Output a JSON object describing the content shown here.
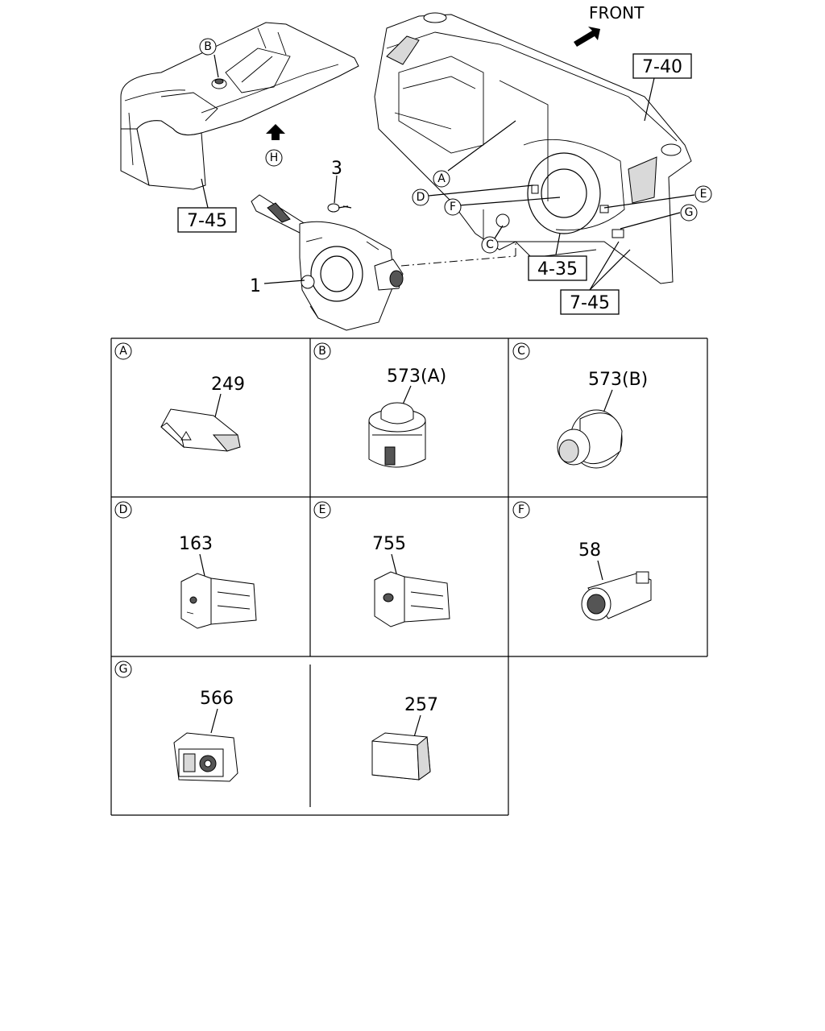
{
  "overview": {
    "front_label": "FRONT",
    "callouts": {
      "A": "A",
      "B": "B",
      "C": "C",
      "D": "D",
      "E": "E",
      "F": "F",
      "G": "G",
      "H": "H"
    },
    "part_numbers": {
      "screw": "3",
      "combination_switch": "1"
    },
    "ref_boxes": {
      "dash_panel": "7-40",
      "console": "7-45",
      "steering": "4-35",
      "lower_panel": "7-45"
    }
  },
  "grid": {
    "cells": [
      {
        "letter": "A",
        "part": "249"
      },
      {
        "letter": "B",
        "part": "573(A)"
      },
      {
        "letter": "C",
        "part": "573(B)"
      },
      {
        "letter": "D",
        "part": "163"
      },
      {
        "letter": "E",
        "part": "755"
      },
      {
        "letter": "F",
        "part": "58"
      },
      {
        "letter": "G",
        "part": "566"
      },
      {
        "letter": "",
        "part": "257"
      }
    ]
  }
}
